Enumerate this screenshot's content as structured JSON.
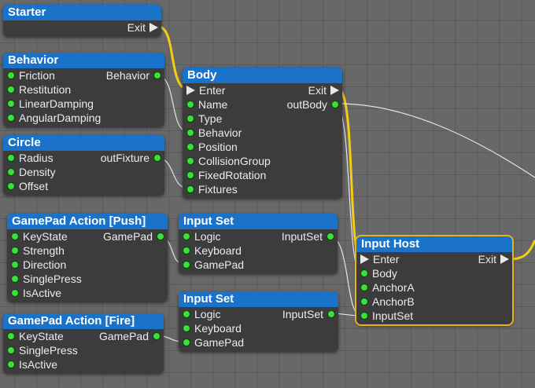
{
  "colors": {
    "canvas_bg": "#686868",
    "grid_line": "#5a5a5a",
    "node_body": "#3c3c3c",
    "node_header": "#1a73c9",
    "pin_data": "#3be03b",
    "exec_wire": "#f5cb14",
    "data_wire": "#e4e4e4",
    "selection_outline": "#e6b21e"
  },
  "nodes": {
    "starter": {
      "title": "Starter",
      "out_exit": "Exit"
    },
    "behavior": {
      "title": "Behavior",
      "inputs": [
        "Friction",
        "Restitution",
        "LinearDamping",
        "AngularDamping"
      ],
      "output": "Behavior"
    },
    "circle": {
      "title": "Circle",
      "inputs": [
        "Radius",
        "Density",
        "Offset"
      ],
      "output": "outFixture"
    },
    "body": {
      "title": "Body",
      "exec_in": "Enter",
      "exec_out": "Exit",
      "inputs": [
        "Name",
        "Type",
        "Behavior",
        "Position",
        "CollisionGroup",
        "FixedRotation",
        "Fixtures"
      ],
      "output": "outBody"
    },
    "gamepad_push": {
      "title": "GamePad Action [Push]",
      "inputs": [
        "KeyState",
        "Strength",
        "Direction",
        "SinglePress",
        "IsActive"
      ],
      "output": "GamePad"
    },
    "input_set_1": {
      "title": "Input Set",
      "inputs": [
        "Logic",
        "Keyboard",
        "GamePad"
      ],
      "output": "InputSet"
    },
    "input_set_2": {
      "title": "Input Set",
      "inputs": [
        "Logic",
        "Keyboard",
        "GamePad"
      ],
      "output": "InputSet"
    },
    "gamepad_fire": {
      "title": "GamePad Action [Fire]",
      "inputs": [
        "KeyState",
        "SinglePress",
        "IsActive"
      ],
      "output": "GamePad"
    },
    "input_host": {
      "title": "Input Host",
      "exec_in": "Enter",
      "exec_out": "Exit",
      "inputs": [
        "Body",
        "AnchorA",
        "AnchorB",
        "InputSet"
      ]
    }
  }
}
